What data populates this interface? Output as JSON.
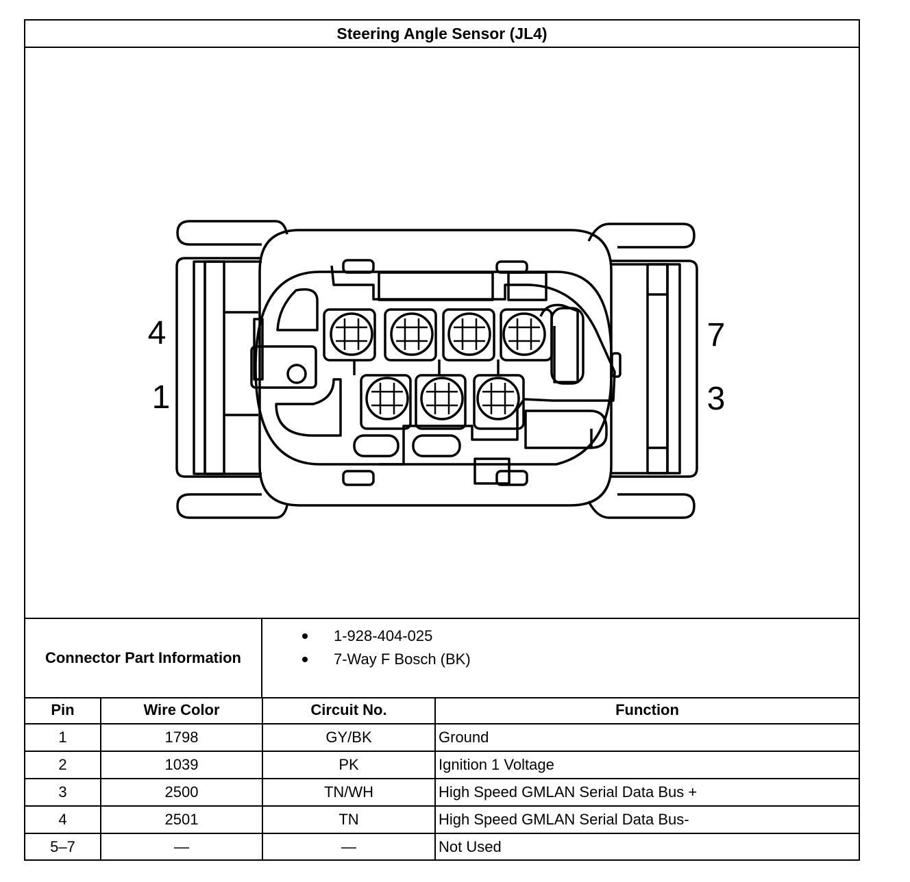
{
  "title": "Steering Angle Sensor (JL4)",
  "connector_view": {
    "pin_labels": {
      "top_left": "4",
      "bottom_left": "1",
      "top_right": "7",
      "bottom_right": "3"
    }
  },
  "connector_info": {
    "label": "Connector Part Information",
    "items": [
      "1-928-404-025",
      "7-Way F Bosch (BK)"
    ]
  },
  "pin_table": {
    "headers": {
      "pin": "Pin",
      "wire_color": "Wire Color",
      "circuit_no": "Circuit No.",
      "function": "Function"
    },
    "rows": [
      {
        "pin": "1",
        "wire_color": "1798",
        "circuit_no": "GY/BK",
        "function": "Ground"
      },
      {
        "pin": "2",
        "wire_color": "1039",
        "circuit_no": "PK",
        "function": "Ignition 1 Voltage"
      },
      {
        "pin": "3",
        "wire_color": "2500",
        "circuit_no": "TN/WH",
        "function": "High Speed GMLAN Serial Data Bus +"
      },
      {
        "pin": "4",
        "wire_color": "2501",
        "circuit_no": "TN",
        "function": "High Speed GMLAN Serial Data Bus-"
      },
      {
        "pin": "5–7",
        "wire_color": "—",
        "circuit_no": "—",
        "function": "Not Used"
      }
    ]
  }
}
